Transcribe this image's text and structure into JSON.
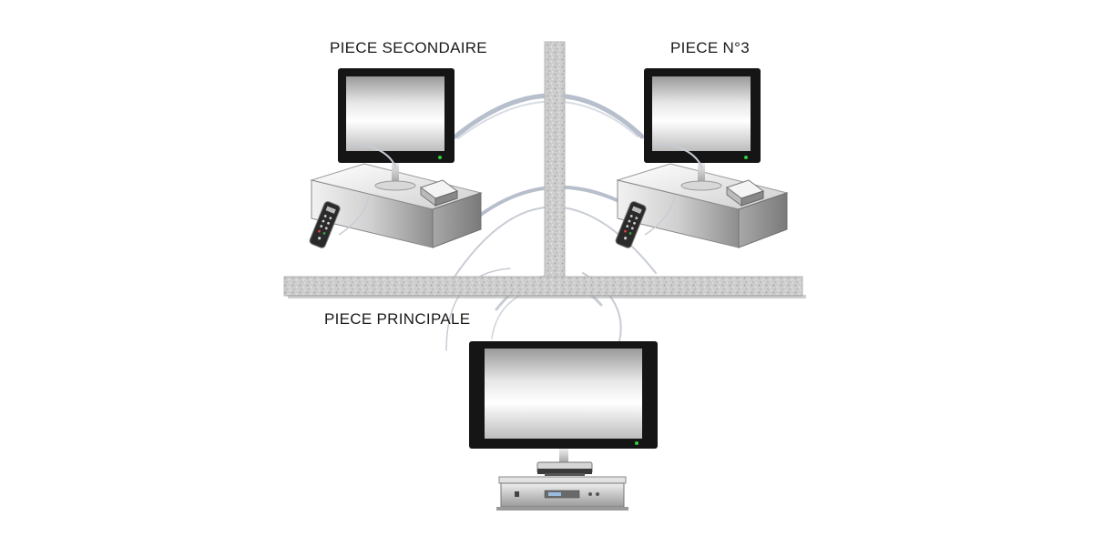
{
  "rooms": {
    "secondary": {
      "label": "PIECE SECONDAIRE"
    },
    "third": {
      "label": "PIECE N°3"
    },
    "main": {
      "label": "PIECE PRINCIPALE"
    }
  },
  "colors": {
    "wall": "#cfcfcf",
    "wave": "#b8bfcc",
    "tv_frame": "#151515",
    "led": "#2ecc40"
  },
  "icons": {
    "tv": "tv-icon",
    "receiver": "receiver-icon",
    "remote": "remote-control-icon",
    "wave": "wireless-wave-icon"
  }
}
